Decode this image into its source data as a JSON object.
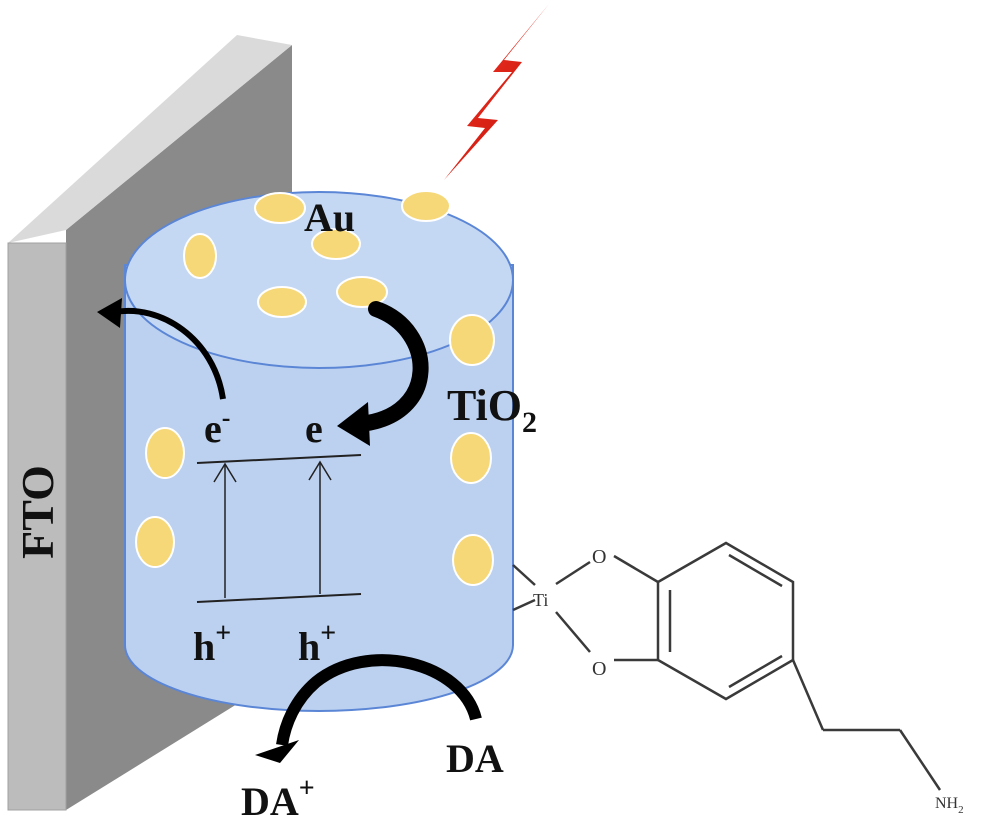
{
  "labels": {
    "fto": "FTO",
    "au": "Au",
    "tio2_main": "TiO",
    "tio2_sub": "2",
    "electron_left": "e",
    "electron_left_sup": "-",
    "electron_right": "e",
    "hole_left": "h",
    "hole_left_sup": "+",
    "hole_right": "h",
    "hole_right_sup": "+",
    "da": "DA",
    "da_plus": "DA",
    "da_plus_sup": "+"
  },
  "molecule": {
    "atom_o_top": "O",
    "atom_o_bottom": "O",
    "atom_ti": "Ti",
    "group_nh": "NH",
    "group_nh_sub": "2"
  },
  "colors": {
    "cylinder_fill": "#bcd1f0",
    "cylinder_stroke": "#5b86d6",
    "gold_fill": "#f6d879",
    "gold_stroke": "#ffffff",
    "fto_front": "#b5b5b5",
    "fto_top": "#dadada",
    "fto_side": "#8a8a8a",
    "arrow": "#000000",
    "lightning": "#e4261c"
  }
}
